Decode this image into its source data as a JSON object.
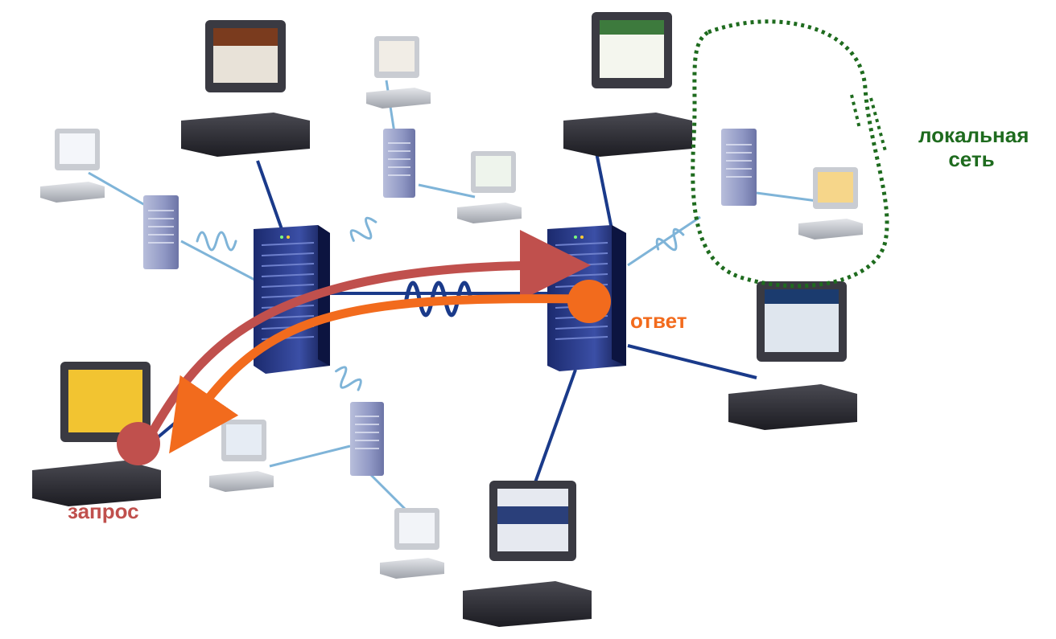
{
  "labels": {
    "request": "запрос",
    "response": "ответ",
    "lan_line1": "локальная",
    "lan_line2": "сеть"
  },
  "colors": {
    "request": "#c0504d",
    "response": "#f26b1d",
    "lan": "#1e6b1e",
    "backbone": "#1a3a8a",
    "link": "#7fb4d8"
  },
  "icons": {
    "computer": "desktop-computer-icon",
    "server": "tower-server-icon",
    "router": "rack-server-icon",
    "wireless": "wireless-link-icon"
  }
}
